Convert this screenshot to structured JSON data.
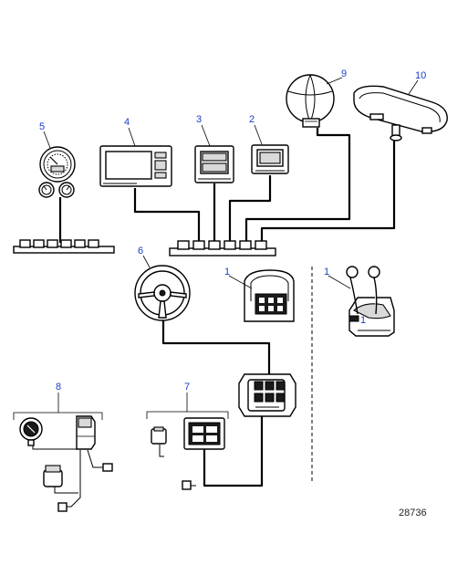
{
  "callouts": {
    "c1a": "1",
    "c1b": "1",
    "c1c": "1",
    "c2": "2",
    "c3": "3",
    "c4": "4",
    "c5": "5",
    "c6": "6",
    "c7": "7",
    "c8": "8",
    "c9": "9",
    "c10": "10"
  },
  "figure_number": "28736",
  "colors": {
    "callout": "#1a3cc8",
    "line": "#000000"
  },
  "icons": [
    "analog-gauge-cluster-icon",
    "multifunction-display-icon",
    "instrument-display-icon",
    "small-display-icon",
    "gps-antenna-dome-icon",
    "radar-antenna-icon",
    "steering-wheel-icon",
    "joystick-control-icon",
    "dual-lever-control-icon",
    "network-hub-icon",
    "switch-panel-icon",
    "fuel-gauge-sensor-icon"
  ]
}
